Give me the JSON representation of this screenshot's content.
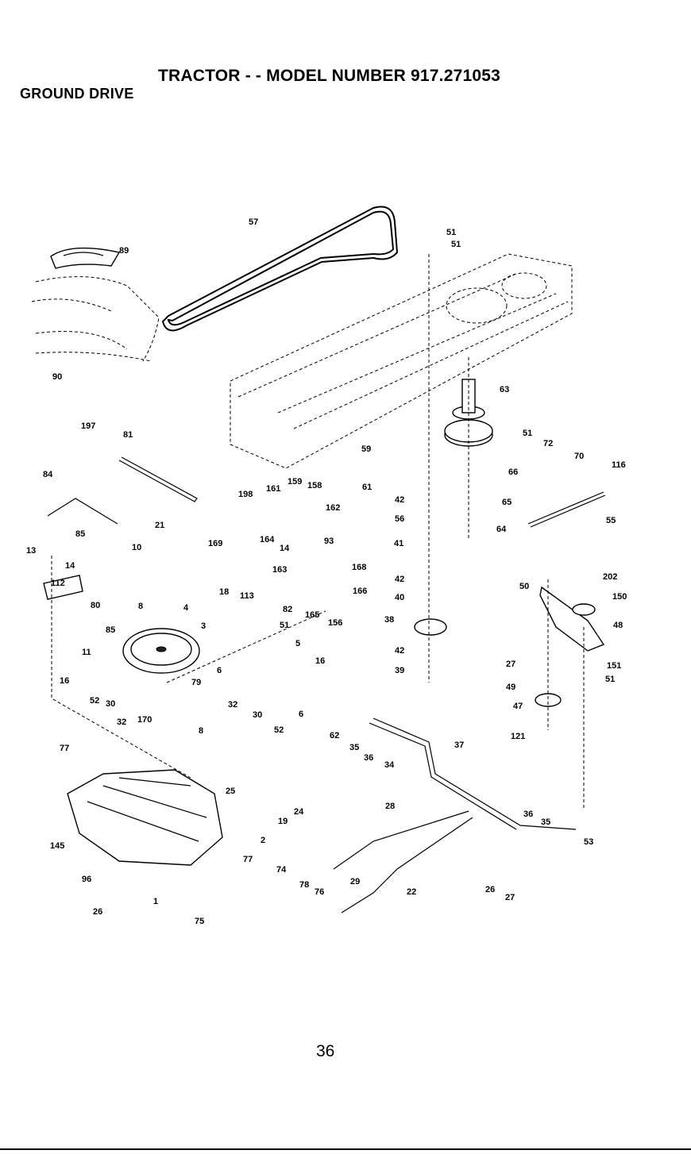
{
  "header": {
    "title": "TRACTOR - - MODEL NUMBER 917.271053",
    "section": "GROUND DRIVE"
  },
  "footer": {
    "page_number": "36"
  },
  "diagram": {
    "callouts": [
      "89",
      "90",
      "57",
      "51",
      "51",
      "197",
      "81",
      "84",
      "85",
      "21",
      "10",
      "169",
      "198",
      "161",
      "159",
      "158",
      "162",
      "164",
      "14",
      "93",
      "163",
      "168",
      "166",
      "165",
      "156",
      "59",
      "61",
      "42",
      "56",
      "41",
      "42",
      "40",
      "38",
      "42",
      "39",
      "63",
      "66",
      "65",
      "64",
      "51",
      "72",
      "70",
      "116",
      "55",
      "13",
      "14",
      "112",
      "80",
      "85",
      "11",
      "8",
      "4",
      "3",
      "18",
      "113",
      "82",
      "51",
      "5",
      "6",
      "16",
      "6",
      "79",
      "16",
      "52",
      "30",
      "32",
      "170",
      "77",
      "8",
      "32",
      "30",
      "52",
      "62",
      "35",
      "36",
      "34",
      "37",
      "50",
      "202",
      "150",
      "48",
      "27",
      "151",
      "49",
      "51",
      "47",
      "121",
      "25",
      "24",
      "19",
      "2",
      "28",
      "145",
      "96",
      "26",
      "1",
      "77",
      "74",
      "75",
      "78",
      "76",
      "29",
      "22",
      "26",
      "27",
      "36",
      "35",
      "53"
    ]
  }
}
